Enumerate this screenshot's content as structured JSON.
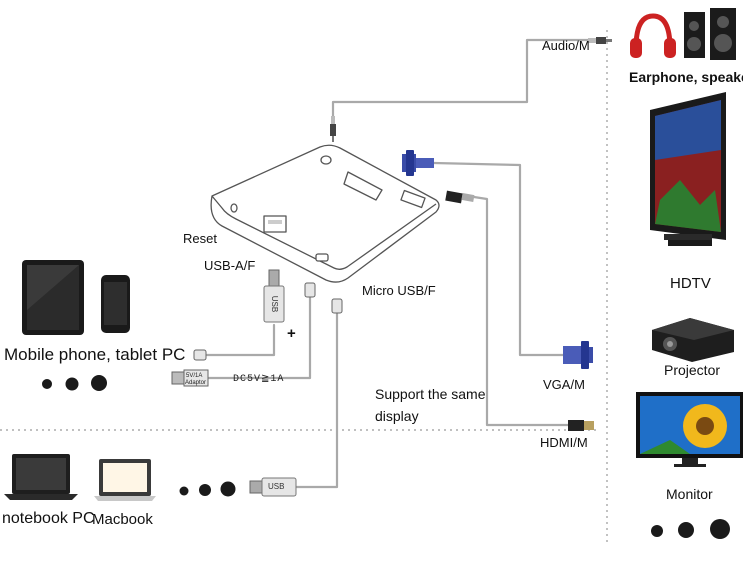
{
  "labels": {
    "audio": "Audio/M",
    "reset": "Reset",
    "usb_a": "USB-A/F",
    "micro_usb": "Micro USB/F",
    "plus": "+",
    "dc_spec": "DC5V≧1A",
    "adaptor_line1": "5V/1A",
    "adaptor_line2": "Adaptor",
    "usb_plug_top": "USB",
    "usb_plug_bottom": "USB",
    "mobile": "Mobile phone, tablet PC",
    "notebook": "notebook PC",
    "macbook": "Macbook",
    "support_line1": "Support the same",
    "support_line2": "display",
    "vga": "VGA/M",
    "hdmi": "HDMI/M",
    "earphone": "Earphone, speaker",
    "hdtv": "HDTV",
    "projector": "Projector",
    "monitor": "Monitor"
  },
  "colors": {
    "cable": "#a9a9a9",
    "vga_blue": "#3a4ca8",
    "outline": "#555555",
    "divider": "#9a9a9a"
  }
}
